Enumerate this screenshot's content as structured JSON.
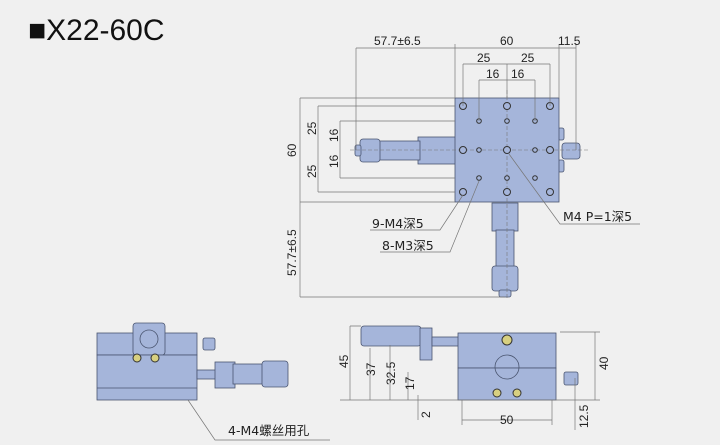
{
  "title": "■X22-60C",
  "top_view": {
    "dims": {
      "travel_x": "57.7±6.5",
      "width": "60",
      "knob": "11.5",
      "hole_25_left": "25",
      "hole_25_right": "25",
      "hole_16_left": "16",
      "hole_16_right": "16",
      "height": "60",
      "v25_top": "25",
      "v25_bottom": "25",
      "v16_top": "16",
      "v16_bottom": "16",
      "travel_y": "57.7±6.5"
    },
    "callouts": {
      "m4_holes": "9-M4深5",
      "m3_holes": "8-M3深5",
      "center_hole": "M4 P=1深5"
    }
  },
  "side_view_left": {
    "callout": "4-M4螺丝用孔"
  },
  "side_view_right": {
    "dims": {
      "h45": "45",
      "h37": "37",
      "h32_5": "32.5",
      "h17": "17",
      "h2": "2",
      "w50": "50",
      "h12_5": "12.5",
      "h40": "40"
    }
  }
}
